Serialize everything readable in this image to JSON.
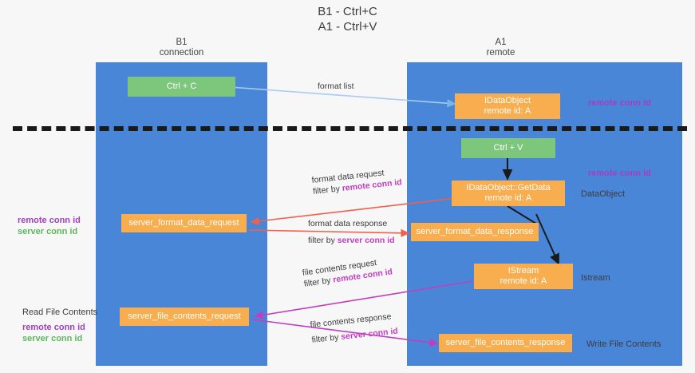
{
  "diagram": {
    "title_line1": "B1 - Ctrl+C",
    "title_line2": "A1 - Ctrl+V",
    "lanes": [
      {
        "id": "b1",
        "name_line1": "B1",
        "name_line2": "connection",
        "color": "#4a86d8"
      },
      {
        "id": "a1",
        "name_line1": "A1",
        "name_line2": "remote",
        "color": "#4a86d8"
      }
    ],
    "colors": {
      "lane": "#4a86d8",
      "green_box": "#7dc77d",
      "orange_box": "#f8ad4e",
      "purple_label": "#a23fc0",
      "green_label": "#5cb85c",
      "magenta_arrow": "#c03fc0",
      "red_arrow": "#f0604d",
      "lightblue_arrow": "#a8cdf0",
      "black_arrow": "#1a1a1a",
      "separator": "#1a1a1a",
      "background": "#f7f7f7"
    },
    "nodes": [
      {
        "id": "ctrl-c",
        "label": "Ctrl + C",
        "style": "green",
        "lane": "b1"
      },
      {
        "id": "idataobject",
        "label_line1": "IDataObject",
        "label_line2": "remote id: A",
        "style": "orange",
        "lane": "a1"
      },
      {
        "id": "ctrl-v",
        "label": "Ctrl + V",
        "style": "green",
        "lane": "a1"
      },
      {
        "id": "getdata",
        "label_line1": "IDataObject::GetData",
        "label_line2": "remote id: A",
        "style": "orange",
        "lane": "a1"
      },
      {
        "id": "server-format-data-request",
        "label": "server_format_data_request",
        "style": "orange",
        "lane": "b1"
      },
      {
        "id": "server-format-data-response",
        "label": "server_format_data_response",
        "style": "orange",
        "lane": "a1"
      },
      {
        "id": "istream",
        "label_line1": "IStream",
        "label_line2": "remote id: A",
        "style": "orange",
        "lane": "a1"
      },
      {
        "id": "server-file-contents-request",
        "label": "server_file_contents_request",
        "style": "orange",
        "lane": "b1"
      },
      {
        "id": "server-file-contents-response",
        "label": "server_file_contents_response",
        "style": "orange",
        "lane": "a1"
      }
    ],
    "edge_labels": [
      {
        "id": "format-list",
        "line1_plain": "format list",
        "line2_plain": "",
        "line2_em": ""
      },
      {
        "id": "format-data-request",
        "line1_plain": "format data request",
        "line2_plain": "filter by ",
        "line2_em": "remote conn id"
      },
      {
        "id": "format-data-response",
        "line1_plain": "format data response",
        "line2_plain": "filter by ",
        "line2_em": "server conn id"
      },
      {
        "id": "file-contents-request",
        "line1_plain": "file contents request",
        "line2_plain": "filter by ",
        "line2_em": "remote conn id"
      },
      {
        "id": "file-contents-response",
        "line1_plain": "file contents response",
        "line2_plain": "filter by ",
        "line2_em": "server conn id"
      }
    ],
    "side_labels": {
      "right_top_conn_id": "remote conn id",
      "right_mid_conn_id": "remote conn id",
      "right_dataobject": "DataObject",
      "right_istream": "Istream",
      "right_write_file_contents": "Write File Contents",
      "left_mid_remote": "remote conn id",
      "left_mid_server": "server conn id",
      "left_read_file_contents": "Read File Contents",
      "left_bottom_remote": "remote conn id",
      "left_bottom_server": "server conn id"
    }
  }
}
